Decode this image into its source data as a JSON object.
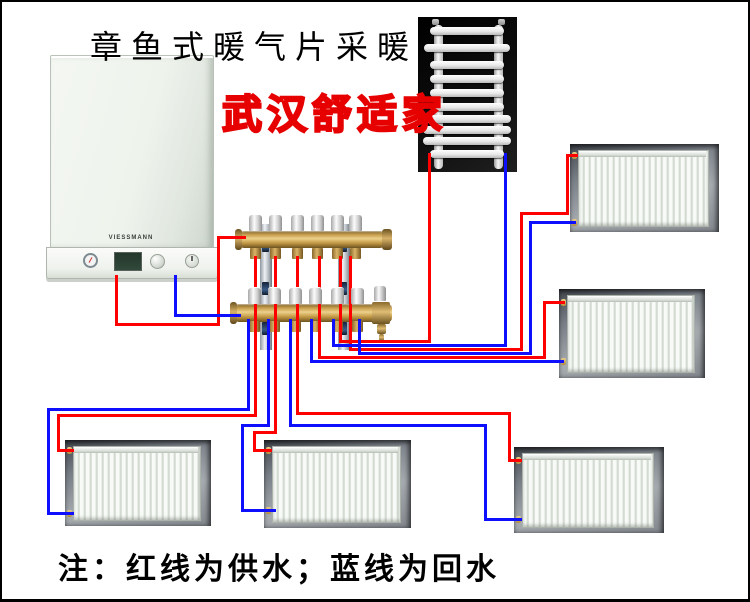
{
  "title": "章鱼式暖气片采暖",
  "brand": "武汉舒适家",
  "note": "注：红线为供水；蓝线为回水",
  "boiler": {
    "brand_label": "VIESSMANN"
  },
  "legend": {
    "supply_color": "#ff0000",
    "return_color": "#0f0fff"
  }
}
